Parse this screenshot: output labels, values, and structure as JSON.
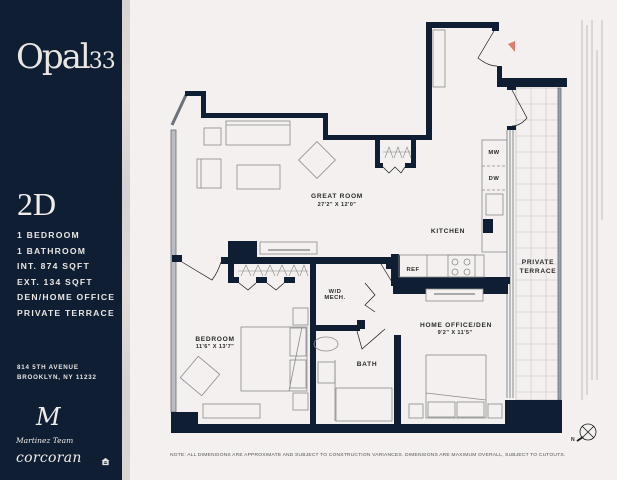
{
  "brand": {
    "building_logo": "Opal",
    "building_logo_number": "33",
    "team_monogram": "M",
    "team_name": "Martinez Team",
    "brokerage": "corcoran"
  },
  "unit": {
    "name": "2D",
    "specs": [
      "1 BEDROOM",
      "1 BATHROOM",
      "INT. 874 SQFT",
      "EXT. 134 SQFT",
      "DEN/HOME OFFICE",
      "PRIVATE TERRACE"
    ],
    "address_line1": "814 5TH AVENUE",
    "address_line2": "BROOKLYN, NY 11232"
  },
  "rooms": {
    "great_room": {
      "label": "GREAT ROOM",
      "dims": "27'2\" X 12'0\""
    },
    "kitchen": {
      "label": "KITCHEN"
    },
    "bedroom": {
      "label": "BEDROOM",
      "dims": "11'6\" X 13'7\""
    },
    "home_office": {
      "label": "HOME OFFICE/DEN",
      "dims": "9'2\" X 11'5\""
    },
    "bath": {
      "label": "BATH"
    },
    "wd_mech": {
      "line1": "W/D",
      "line2": "MECH."
    },
    "terrace": {
      "line1": "PRIVATE",
      "line2": "TERRACE"
    }
  },
  "appliances": {
    "mw": "MW",
    "dw": "DW",
    "ref": "REF"
  },
  "compass": {
    "label": "N"
  },
  "note": "NOTE: ALL DIMENSIONS ARE APPROXIMATE AND SUBJECT TO CONSTRUCTION VARIANCES. DIMENSIONS ARE MAXIMUM OVERALL, SUBJECT TO CUTOUTS.",
  "colors": {
    "sidebar": "#0f1e33",
    "wall": "#0f1e33",
    "background": "#f3f0ef",
    "entry_marker": "#e07a6e"
  },
  "icons": {
    "entry_marker": "triangle-left-icon",
    "compass": "north-arrow-icon",
    "equal_housing": "equal-housing-icon"
  }
}
